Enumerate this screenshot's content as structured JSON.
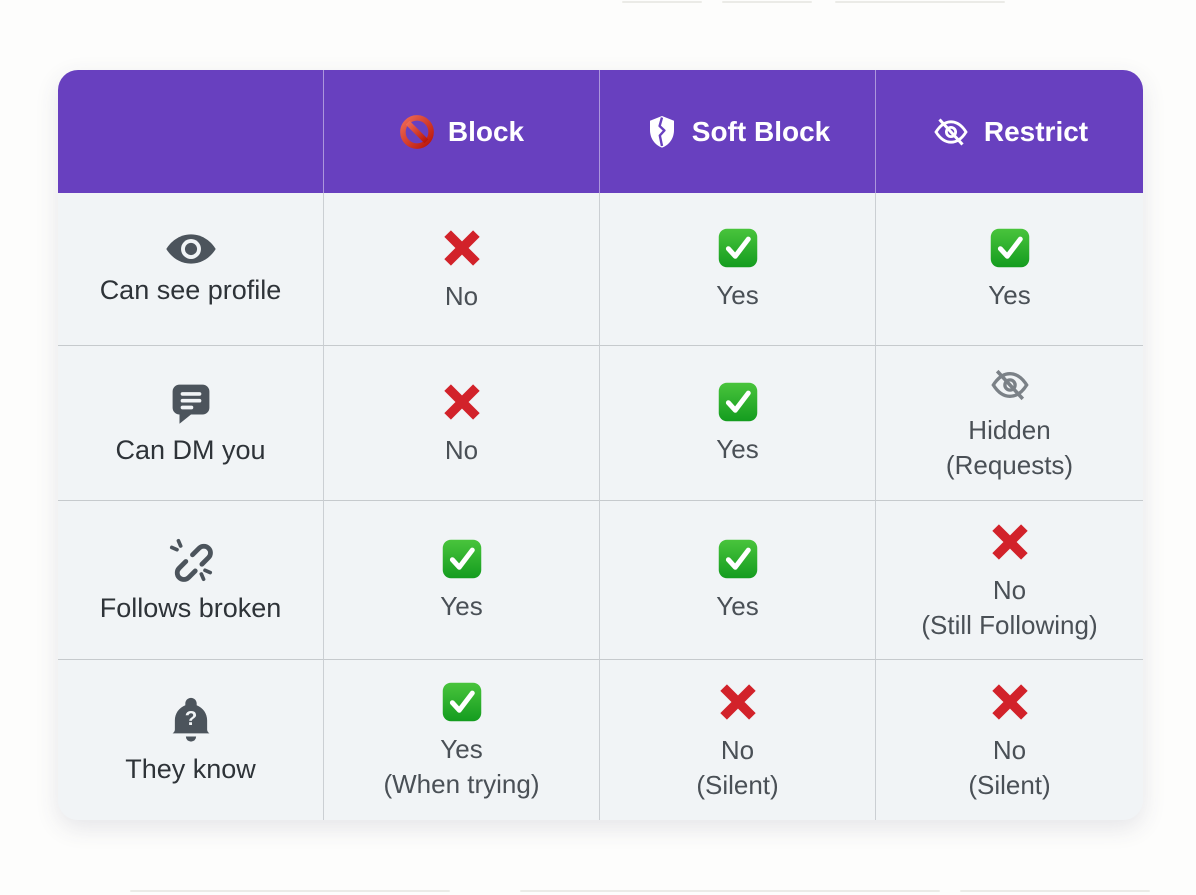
{
  "table": {
    "header": {
      "columns": [
        {
          "label": "",
          "icon": "none"
        },
        {
          "label": "Block",
          "icon": "prohibited-icon"
        },
        {
          "label": "Soft Block",
          "icon": "broken-shield-icon"
        },
        {
          "label": "Restrict",
          "icon": "eye-off-icon"
        }
      ]
    },
    "rows": [
      {
        "feature": {
          "label": "Can see profile",
          "icon": "eye-icon"
        },
        "block": {
          "status": "no",
          "value": "No",
          "note": ""
        },
        "soft_block": {
          "status": "yes",
          "value": "Yes",
          "note": ""
        },
        "restrict": {
          "status": "yes",
          "value": "Yes",
          "note": ""
        }
      },
      {
        "feature": {
          "label": "Can DM you",
          "icon": "message-icon"
        },
        "block": {
          "status": "no",
          "value": "No",
          "note": ""
        },
        "soft_block": {
          "status": "yes",
          "value": "Yes",
          "note": ""
        },
        "restrict": {
          "status": "hidden",
          "value": "Hidden",
          "note": "(Requests)"
        }
      },
      {
        "feature": {
          "label": "Follows broken",
          "icon": "broken-link-icon"
        },
        "block": {
          "status": "yes",
          "value": "Yes",
          "note": ""
        },
        "soft_block": {
          "status": "yes",
          "value": "Yes",
          "note": ""
        },
        "restrict": {
          "status": "no",
          "value": "No",
          "note": "(Still Following)"
        }
      },
      {
        "feature": {
          "label": "They know",
          "icon": "bell-question-icon"
        },
        "block": {
          "status": "yes",
          "value": "Yes",
          "note": "(When trying)"
        },
        "soft_block": {
          "status": "no",
          "value": "No",
          "note": "(Silent)"
        },
        "restrict": {
          "status": "no",
          "value": "No",
          "note": "(Silent)"
        }
      }
    ]
  },
  "colors": {
    "header_purple": "#6840bf",
    "cell_bg": "#f1f4f6",
    "check_green": "#2fae33",
    "cross_red": "#d2222a",
    "icon_slate": "#4c545c",
    "muted_gray": "#7b8187"
  }
}
